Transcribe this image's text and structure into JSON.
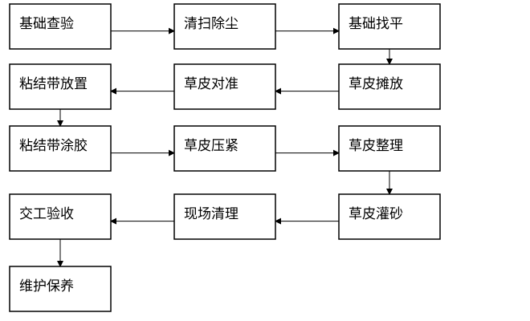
{
  "diagram": {
    "type": "flowchart",
    "steps": [
      {
        "id": "s1",
        "label": "基础查验"
      },
      {
        "id": "s2",
        "label": "清扫除尘"
      },
      {
        "id": "s3",
        "label": "基础找平"
      },
      {
        "id": "s4",
        "label": "草皮摊放"
      },
      {
        "id": "s5",
        "label": "草皮对准"
      },
      {
        "id": "s6",
        "label": "粘结带放置"
      },
      {
        "id": "s7",
        "label": "粘结带涂胶"
      },
      {
        "id": "s8",
        "label": "草皮压紧"
      },
      {
        "id": "s9",
        "label": "草皮整理"
      },
      {
        "id": "s10",
        "label": "草皮灌砂"
      },
      {
        "id": "s11",
        "label": "现场清理"
      },
      {
        "id": "s12",
        "label": "交工验收"
      },
      {
        "id": "s13",
        "label": "维护保养"
      }
    ],
    "edges": [
      {
        "from": "s1",
        "to": "s2"
      },
      {
        "from": "s2",
        "to": "s3"
      },
      {
        "from": "s3",
        "to": "s4"
      },
      {
        "from": "s4",
        "to": "s5"
      },
      {
        "from": "s5",
        "to": "s6"
      },
      {
        "from": "s6",
        "to": "s7"
      },
      {
        "from": "s7",
        "to": "s8"
      },
      {
        "from": "s8",
        "to": "s9"
      },
      {
        "from": "s9",
        "to": "s10"
      },
      {
        "from": "s10",
        "to": "s11"
      },
      {
        "from": "s11",
        "to": "s12"
      },
      {
        "from": "s12",
        "to": "s13"
      }
    ]
  }
}
